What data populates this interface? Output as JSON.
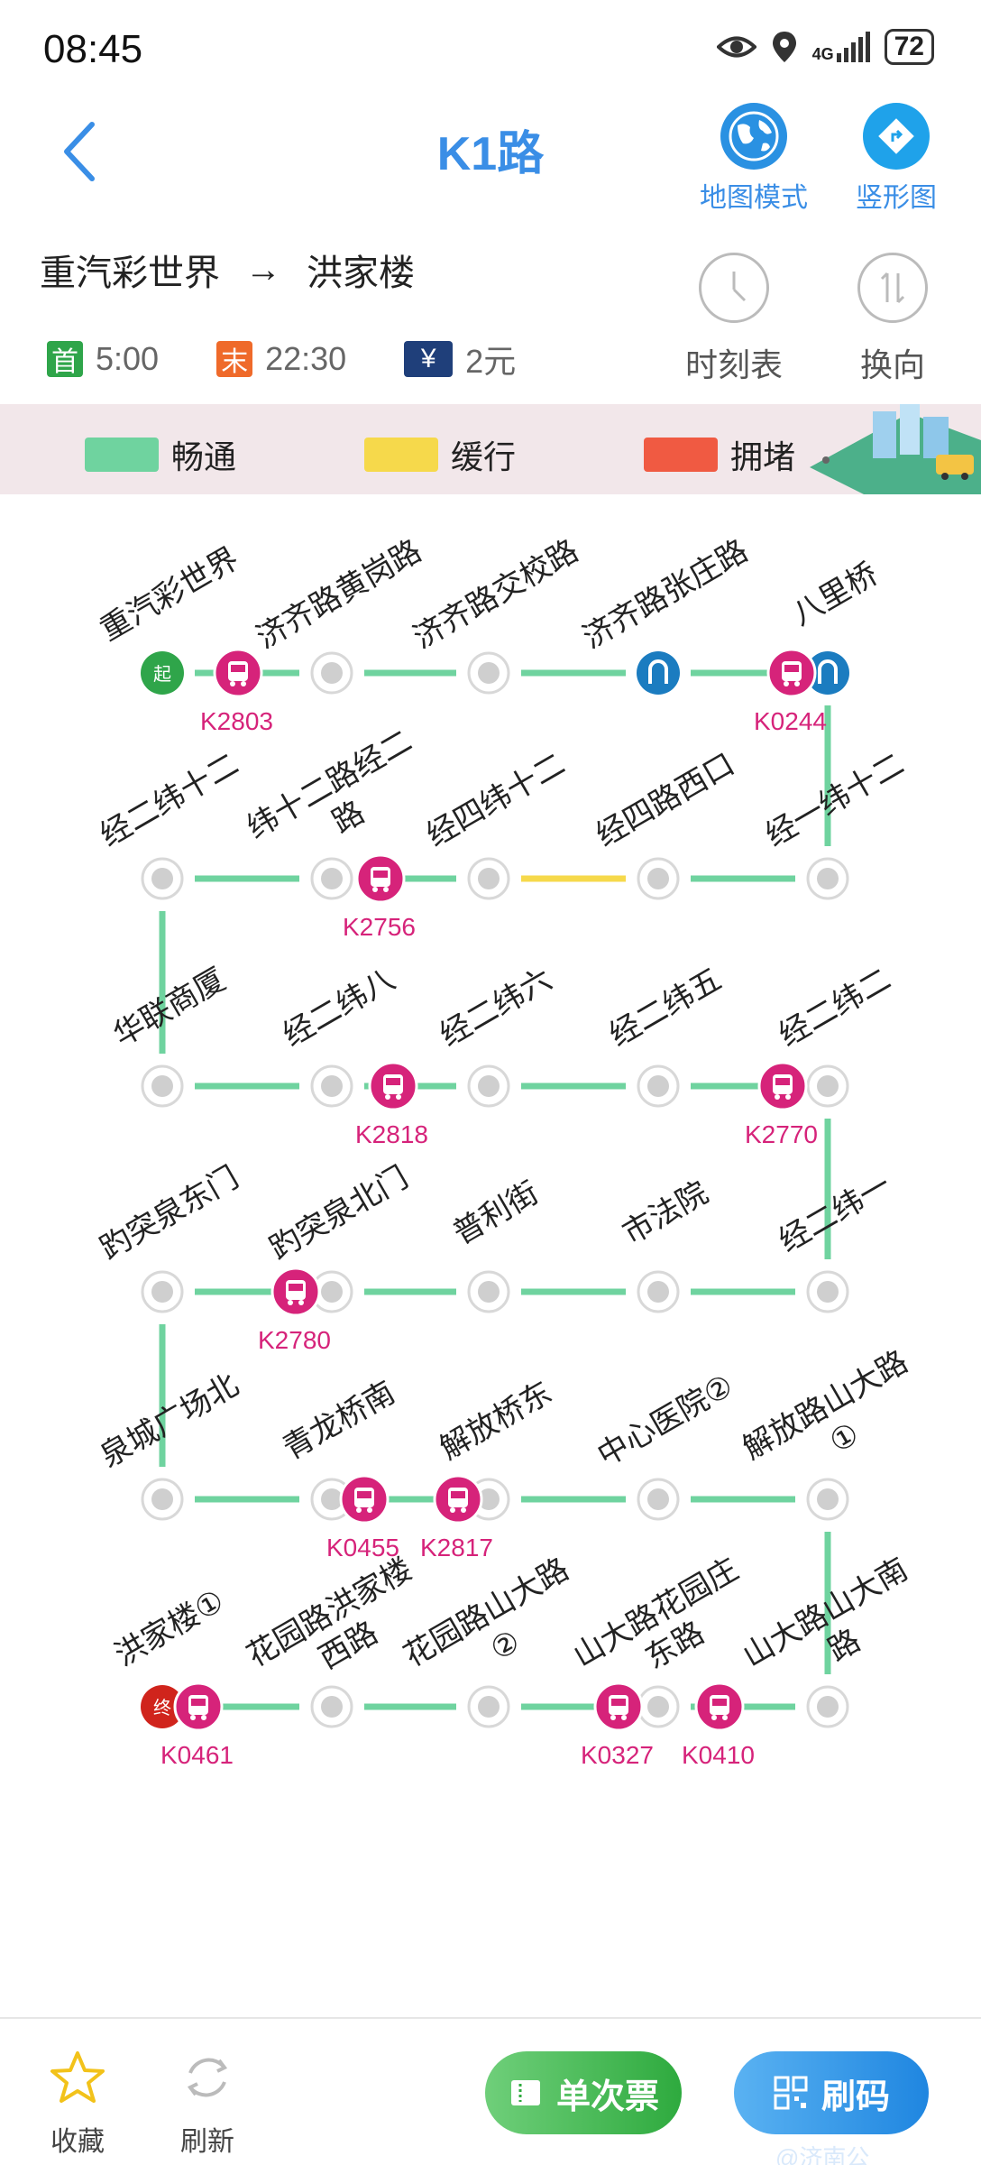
{
  "status_bar": {
    "time": "08:45",
    "signal": "4G",
    "battery": "72"
  },
  "header": {
    "title": "K1路",
    "map_mode": "地图模式",
    "vertical_view": "竖形图"
  },
  "route": {
    "from": "重汽彩世界",
    "arrow": "→",
    "to": "洪家楼"
  },
  "times": {
    "first_badge": "首",
    "first_time": "5:00",
    "last_badge": "末",
    "last_time": "22:30",
    "fare_badge": "¥",
    "fare": "2元"
  },
  "tools": {
    "timetable": "时刻表",
    "reverse": "换向"
  },
  "legend": {
    "smooth": "畅通",
    "slow": "缓行",
    "jam": "拥堵"
  },
  "colors": {
    "smooth": "#6fd39f",
    "slow": "#f6d94b",
    "jam": "#f05a42",
    "bus": "#d6237a",
    "start": "#2fa54a",
    "end": "#d0241c",
    "subway": "#1b7cc0"
  },
  "stops": [
    {
      "name": "重汽彩世界",
      "marker": "起"
    },
    {
      "name": "济齐路黄岗路"
    },
    {
      "name": "济齐路交校路"
    },
    {
      "name": "济齐路张庄路",
      "subway": true
    },
    {
      "name": "八里桥",
      "subway": true
    },
    {
      "name": "经一纬十二"
    },
    {
      "name": "经四路西口"
    },
    {
      "name": "经四纬十二"
    },
    {
      "name": "纬十二路经二路"
    },
    {
      "name": "经二纬十二"
    },
    {
      "name": "华联商厦"
    },
    {
      "name": "经二纬八"
    },
    {
      "name": "经二纬六"
    },
    {
      "name": "经二纬五"
    },
    {
      "name": "经二纬二"
    },
    {
      "name": "经二纬一"
    },
    {
      "name": "市法院"
    },
    {
      "name": "普利街"
    },
    {
      "name": "趵突泉北门"
    },
    {
      "name": "趵突泉东门"
    },
    {
      "name": "泉城广场北"
    },
    {
      "name": "青龙桥南"
    },
    {
      "name": "解放桥东"
    },
    {
      "name": "中心医院②"
    },
    {
      "name": "解放路山大路①"
    },
    {
      "name": "山大路山大南路"
    },
    {
      "name": "山大路花园庄东路"
    },
    {
      "name": "花园路山大路②"
    },
    {
      "name": "花园路洪家楼西路"
    },
    {
      "name": "洪家楼①",
      "marker": "终"
    }
  ],
  "segments": [
    "smooth",
    "smooth",
    "smooth",
    "smooth",
    "smooth",
    "smooth",
    "slow",
    "smooth",
    "smooth",
    "smooth",
    "smooth",
    "smooth",
    "smooth",
    "smooth",
    "smooth",
    "smooth",
    "smooth",
    "smooth",
    "smooth",
    "smooth",
    "smooth",
    "smooth",
    "smooth",
    "smooth",
    "smooth",
    "smooth",
    "smooth",
    "smooth",
    "smooth"
  ],
  "buses": [
    {
      "id": "K2803"
    },
    {
      "id": "K0244"
    },
    {
      "id": "K2756"
    },
    {
      "id": "K2818"
    },
    {
      "id": "K2770"
    },
    {
      "id": "K2780"
    },
    {
      "id": "K0455"
    },
    {
      "id": "K2817"
    },
    {
      "id": "K0327"
    },
    {
      "id": "K0410"
    },
    {
      "id": "K0461"
    }
  ],
  "bottom": {
    "favorite": "收藏",
    "refresh": "刷新",
    "single_ticket": "单次票",
    "scan_code": "刷码",
    "watermark": "@济南公"
  }
}
